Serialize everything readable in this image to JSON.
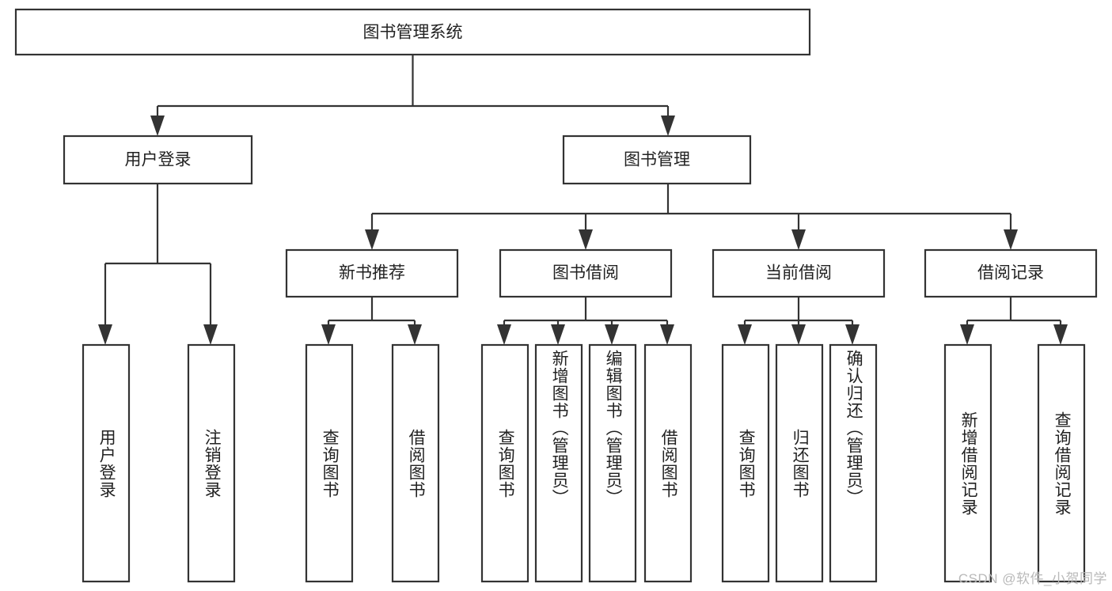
{
  "diagram": {
    "type": "tree",
    "title": "图书管理系统",
    "root": {
      "id": "root",
      "label": "图书管理系统",
      "orientation": "horizontal"
    },
    "level1": [
      {
        "id": "user-login",
        "label": "用户登录",
        "orientation": "horizontal"
      },
      {
        "id": "book-manage",
        "label": "图书管理",
        "orientation": "horizontal"
      }
    ],
    "level2": [
      {
        "id": "new-book-recommend",
        "label": "新书推荐",
        "parent": "book-manage",
        "orientation": "horizontal"
      },
      {
        "id": "book-borrow",
        "label": "图书借阅",
        "parent": "book-manage",
        "orientation": "horizontal"
      },
      {
        "id": "current-borrow",
        "label": "当前借阅",
        "parent": "book-manage",
        "orientation": "horizontal"
      },
      {
        "id": "borrow-record",
        "label": "借阅记录",
        "parent": "book-manage",
        "orientation": "horizontal"
      }
    ],
    "leaves": [
      {
        "id": "leaf-user-login",
        "label": "用户登录",
        "parent": "user-login",
        "orientation": "vertical"
      },
      {
        "id": "leaf-logout",
        "label": "注销登录",
        "parent": "user-login",
        "orientation": "vertical"
      },
      {
        "id": "leaf-query-book-1",
        "label": "查询图书",
        "parent": "new-book-recommend",
        "orientation": "vertical"
      },
      {
        "id": "leaf-borrow-book-1",
        "label": "借阅图书",
        "parent": "new-book-recommend",
        "orientation": "vertical"
      },
      {
        "id": "leaf-query-book-2",
        "label": "查询图书",
        "parent": "book-borrow",
        "orientation": "vertical"
      },
      {
        "id": "leaf-add-book",
        "label": "新增图书（管理员）",
        "parent": "book-borrow",
        "orientation": "vertical"
      },
      {
        "id": "leaf-edit-book",
        "label": "编辑图书（管理员）",
        "parent": "book-borrow",
        "orientation": "vertical"
      },
      {
        "id": "leaf-borrow-book-2",
        "label": "借阅图书",
        "parent": "book-borrow",
        "orientation": "vertical"
      },
      {
        "id": "leaf-query-book-3",
        "label": "查询图书",
        "parent": "current-borrow",
        "orientation": "vertical"
      },
      {
        "id": "leaf-return-book",
        "label": "归还图书",
        "parent": "current-borrow",
        "orientation": "vertical"
      },
      {
        "id": "leaf-confirm-return",
        "label": "确认归还（管理员）",
        "parent": "current-borrow",
        "orientation": "vertical"
      },
      {
        "id": "leaf-add-record",
        "label": "新增借阅记录",
        "parent": "borrow-record",
        "orientation": "vertical"
      },
      {
        "id": "leaf-query-record",
        "label": "查询借阅记录",
        "parent": "borrow-record",
        "orientation": "vertical"
      }
    ]
  },
  "style": {
    "background": "#ffffff",
    "box_fill": "#ffffff",
    "box_stroke": "#333333",
    "text_color": "#222222",
    "connector_color": "#333333",
    "watermark_color": "#b9b9b9"
  },
  "watermark": {
    "text": "CSDN @软件_小贺同学"
  }
}
